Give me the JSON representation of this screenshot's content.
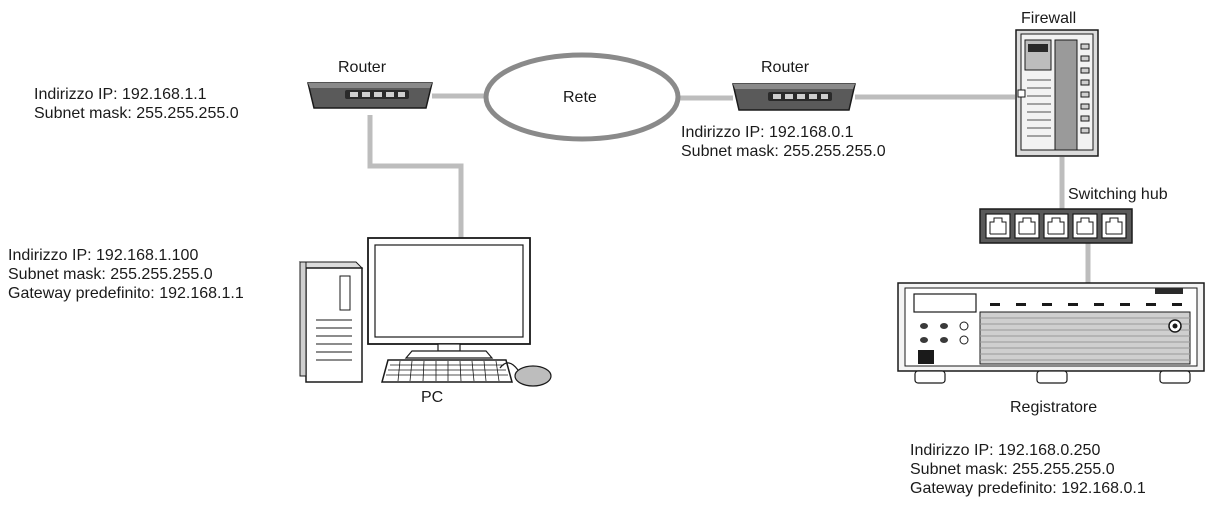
{
  "colors": {
    "cable": "#bdbdbd",
    "device_dark": "#4a4a4a",
    "device_mid": "#8a8a8a",
    "device_light": "#dcdcdc",
    "outline": "#1a1a1a"
  },
  "network": {
    "label": "Rete"
  },
  "router_left": {
    "label": "Router",
    "ip": "Indirizzo IP: 192.168.1.1",
    "mask": "Subnet mask: 255.255.255.0"
  },
  "router_right": {
    "label": "Router",
    "ip": "Indirizzo IP: 192.168.0.1",
    "mask": "Subnet mask: 255.255.255.0"
  },
  "firewall": {
    "label": "Firewall"
  },
  "switching_hub": {
    "label": "Switching hub"
  },
  "pc": {
    "label": "PC",
    "ip": "Indirizzo IP: 192.168.1.100",
    "mask": "Subnet mask: 255.255.255.0",
    "gateway": "Gateway predefinito: 192.168.1.1"
  },
  "recorder": {
    "label": "Registratore",
    "ip": "Indirizzo IP: 192.168.0.250",
    "mask": "Subnet mask: 255.255.255.0",
    "gateway": "Gateway predefinito: 192.168.0.1"
  }
}
